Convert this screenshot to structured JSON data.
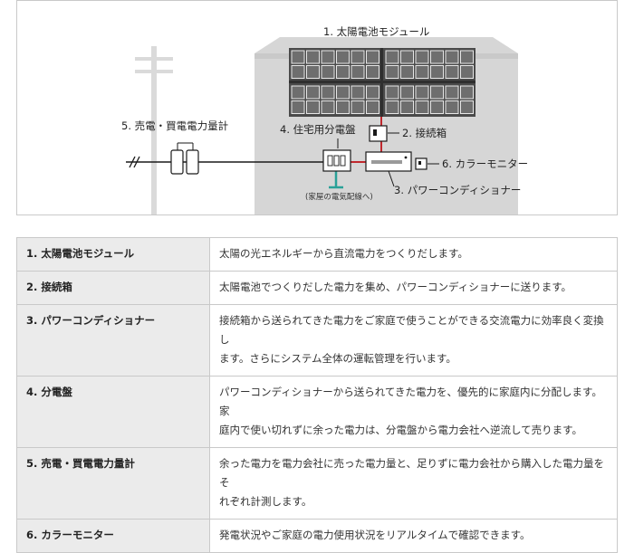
{
  "diagram": {
    "labels": {
      "solar_module": "1. 太陽電池モジュール",
      "junction_box": "2. 接続箱",
      "power_conditioner": "3. パワーコンディショナー",
      "distribution_board": "4. 住宅用分電盤",
      "meter": "5. 売電・買電電力量計",
      "monitor": "6. カラーモニター",
      "to_house_wiring": "(家屋の電気配線へ)"
    },
    "colors": {
      "house": "#d6d6d6",
      "panel_frame": "#4a4a4a",
      "panel_cell": "#6e6e6e",
      "wire_dc": "#c0282d",
      "wire_ac": "#1a1a1a",
      "wire_house": "#2aa198"
    }
  },
  "table": {
    "rows": [
      {
        "name": "1. 太陽電池モジュール",
        "desc": [
          "太陽の光エネルギーから直流電力をつくりだします。"
        ]
      },
      {
        "name": "2. 接続箱",
        "desc": [
          "太陽電池でつくりだした電力を集め、パワーコンディショナーに送ります。"
        ]
      },
      {
        "name": "3. パワーコンディショナー",
        "desc": [
          "接続箱から送られてきた電力をご家庭で使うことができる交流電力に効率良く変換し",
          "ます。さらにシステム全体の運転管理を行います。"
        ]
      },
      {
        "name": "4. 分電盤",
        "desc": [
          "パワーコンディショナーから送られてきた電力を、優先的に家庭内に分配します。家",
          "庭内で使い切れずに余った電力は、分電盤から電力会社へ逆流して売ります。"
        ]
      },
      {
        "name": "5. 売電・買電電力量計",
        "desc": [
          "余った電力を電力会社に売った電力量と、足りずに電力会社から購入した電力量をそ",
          "れぞれ計測します。"
        ]
      },
      {
        "name": "6. カラーモニター",
        "desc": [
          "発電状況やご家庭の電力使用状況をリアルタイムで確認できます。"
        ]
      }
    ]
  }
}
